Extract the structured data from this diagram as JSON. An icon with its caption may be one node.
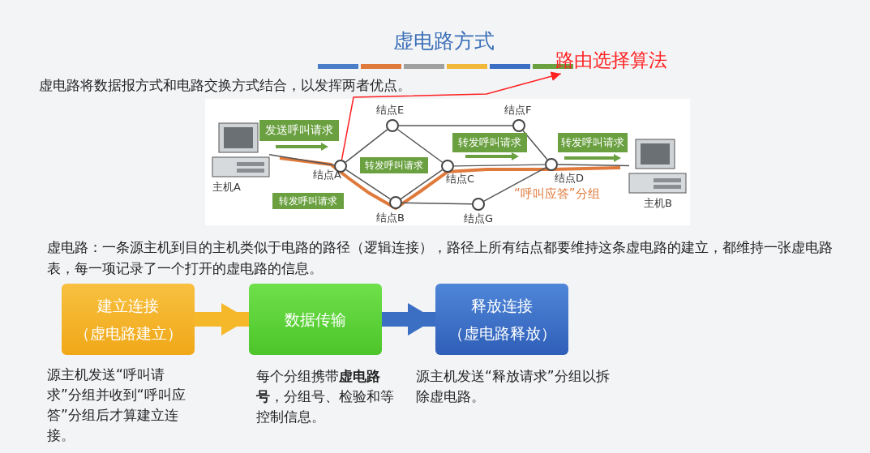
{
  "diagram": {
    "title": "虚电路方式",
    "nodes": [
      {
        "text": [],
        "shape": "computer",
        "beside": [
          "主机A"
        ]
      },
      {
        "text": [],
        "shape": "circle",
        "beside": [
          "结点A"
        ]
      },
      {
        "text": [],
        "shape": "circle",
        "beside": [
          "结点E"
        ]
      },
      {
        "text": [],
        "shape": "circle",
        "beside": [
          "结点F"
        ]
      },
      {
        "text": [],
        "shape": "circle",
        "beside": [
          "结点B"
        ]
      },
      {
        "text": [],
        "shape": "circle",
        "beside": [
          "结点C"
        ]
      },
      {
        "text": [],
        "shape": "circle",
        "beside": [
          "结点G"
        ]
      },
      {
        "text": [],
        "shape": "circle",
        "beside": [
          "结点D"
        ]
      },
      {
        "text": [],
        "shape": "computer",
        "beside": [
          "主机B"
        ]
      },
      {
        "text": [
          "发送呼叫请求"
        ]
      },
      {
        "text": [
          "转发呼叫请求"
        ]
      },
      {
        "text": [
          "转发呼叫请求"
        ]
      },
      {
        "text": [
          "转发呼叫请求"
        ]
      },
      {
        "text": [
          "转发呼叫请求"
        ]
      },
      {
        "text": [
          "路由选择算法"
        ]
      },
      {
        "text": [
          "建立连接",
          "（虚电路建立）"
        ],
        "beside": [
          "源主机发送“呼叫请求”分组并收到“呼叫应答”分组后才算建立连接。"
        ]
      },
      {
        "text": [
          "数据传输"
        ],
        "beside": [
          "每个分组携带**虚电路号**，分组号、检验和等控制信息。"
        ]
      },
      {
        "text": [
          "释放连接",
          "（虚电路释放）"
        ],
        "beside": [
          "源主机发送“释放请求”分组以拆除虚电路。"
        ]
      }
    ],
    "edges": [
      {
        "from": 0,
        "to": 1,
        "arrow": "none"
      },
      {
        "from": 1,
        "to": 2,
        "arrow": "none"
      },
      {
        "from": 1,
        "to": 4,
        "arrow": "none"
      },
      {
        "from": 2,
        "to": 3,
        "arrow": "none"
      },
      {
        "from": 2,
        "to": 5,
        "arrow": "none"
      },
      {
        "from": 3,
        "to": 7,
        "arrow": "none"
      },
      {
        "from": 4,
        "to": 5,
        "arrow": "none"
      },
      {
        "from": 4,
        "to": 6,
        "arrow": "none"
      },
      {
        "from": 5,
        "to": 7,
        "arrow": "none"
      },
      {
        "from": 6,
        "to": 7,
        "arrow": "none"
      },
      {
        "from": 7,
        "to": 8,
        "arrow": "none"
      },
      {
        "from": 1,
        "to": 14,
        "arrow": "to",
        "color": "#ff2020"
      },
      {
        "from": 15,
        "to": 16,
        "arrow": "to",
        "style": "thick",
        "color": "#f5b82a"
      },
      {
        "from": 16,
        "to": 17,
        "arrow": "to",
        "style": "thick",
        "color": "#3a6fc4"
      }
    ],
    "labels": [
      "虚电路将数据报方式和电路交换方式结合，以发挥两者优点。",
      "“呼叫应答”分组",
      "虚电路：一条源主机到目的主机类似于电路的路径（逻辑连接），路径上所有结点都要维持这条虚电路的建立，都维持一张虚电路表，每一项记录了一个打开的虚电路的信息。"
    ]
  }
}
